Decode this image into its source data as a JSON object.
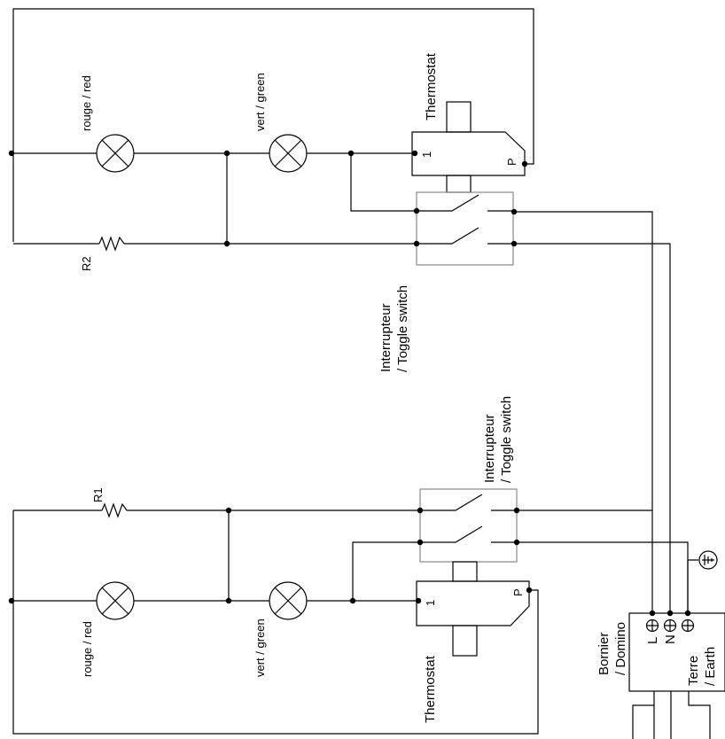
{
  "labels": {
    "rouge_red": "rouge / red",
    "vert_green": "vert / green",
    "thermostat": "Thermostat",
    "pin_1": "1",
    "pin_p": "P",
    "r1": "R1",
    "r2": "R2",
    "interrupteur": "Interrupteur",
    "toggle_switch": "/ Toggle switch",
    "bornier": "Bornier",
    "domino": "/ Domino",
    "terminal_l": "L",
    "terminal_n": "N",
    "terre": "Terre",
    "earth": "/ Earth"
  },
  "colors": {
    "line": "#000000",
    "switch_housing": "#8a8a8a",
    "background": "#ffffff"
  },
  "icons": {
    "lamp": "lamp-cross-circle",
    "resistor": "zigzag-resistor",
    "ground": "earth-ground-symbol",
    "terminal_screw": "circle-plus-screw"
  }
}
